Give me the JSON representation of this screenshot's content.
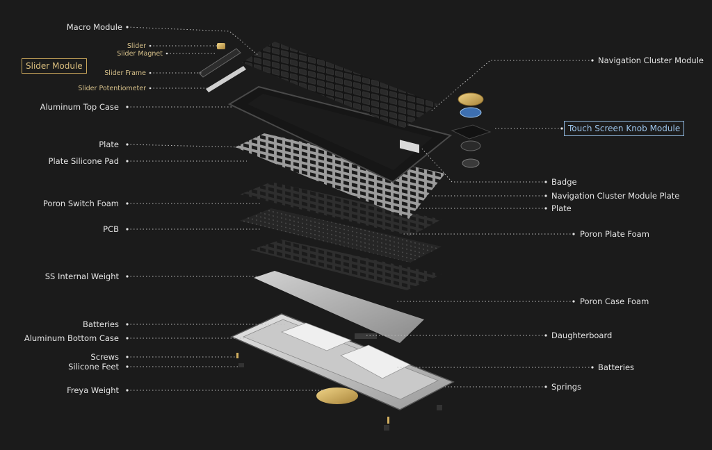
{
  "left_labels": [
    {
      "text": "Macro Module",
      "style": "normal",
      "row": 0
    },
    {
      "text": "Slider",
      "style": "small",
      "row": 1
    },
    {
      "text": "Slider Magnet",
      "style": "small",
      "row": 2
    },
    {
      "text": "Slider Frame",
      "style": "small",
      "row": 3
    },
    {
      "text": "Slider Potentiometer",
      "style": "small",
      "row": 4
    },
    {
      "text": "Aluminum Top Case",
      "style": "normal",
      "row": 5
    },
    {
      "text": "Plate",
      "style": "normal",
      "row": 6
    },
    {
      "text": "Plate Silicone Pad",
      "style": "normal",
      "row": 7
    },
    {
      "text": "Poron Switch Foam",
      "style": "normal",
      "row": 8
    },
    {
      "text": "PCB",
      "style": "normal",
      "row": 9
    },
    {
      "text": "SS Internal Weight",
      "style": "normal",
      "row": 10
    },
    {
      "text": "Batteries",
      "style": "normal",
      "row": 11
    },
    {
      "text": "Aluminum Bottom Case",
      "style": "normal",
      "row": 12
    },
    {
      "text": "Screws",
      "style": "normal",
      "row": 13
    },
    {
      "text": "Silicone Feet",
      "style": "normal",
      "row": 14
    },
    {
      "text": "Freya Weight",
      "style": "normal",
      "row": 15
    }
  ],
  "right_labels": [
    {
      "text": "Navigation Cluster Module"
    },
    {
      "text": "Badge"
    },
    {
      "text": "Navigation Cluster Module Plate"
    },
    {
      "text": "Plate"
    },
    {
      "text": "Poron Plate Foam"
    },
    {
      "text": "Poron Case Foam"
    },
    {
      "text": "Daughterboard"
    },
    {
      "text": "Batteries"
    },
    {
      "text": "Springs"
    }
  ],
  "modules": {
    "slider": "Slider Module",
    "knob": "Touch Screen Knob Module"
  },
  "colors": {
    "background": "#1b1b1b",
    "label": "#e4e4e4",
    "gold": "#c8a55a",
    "blue": "#8fb6dc"
  }
}
